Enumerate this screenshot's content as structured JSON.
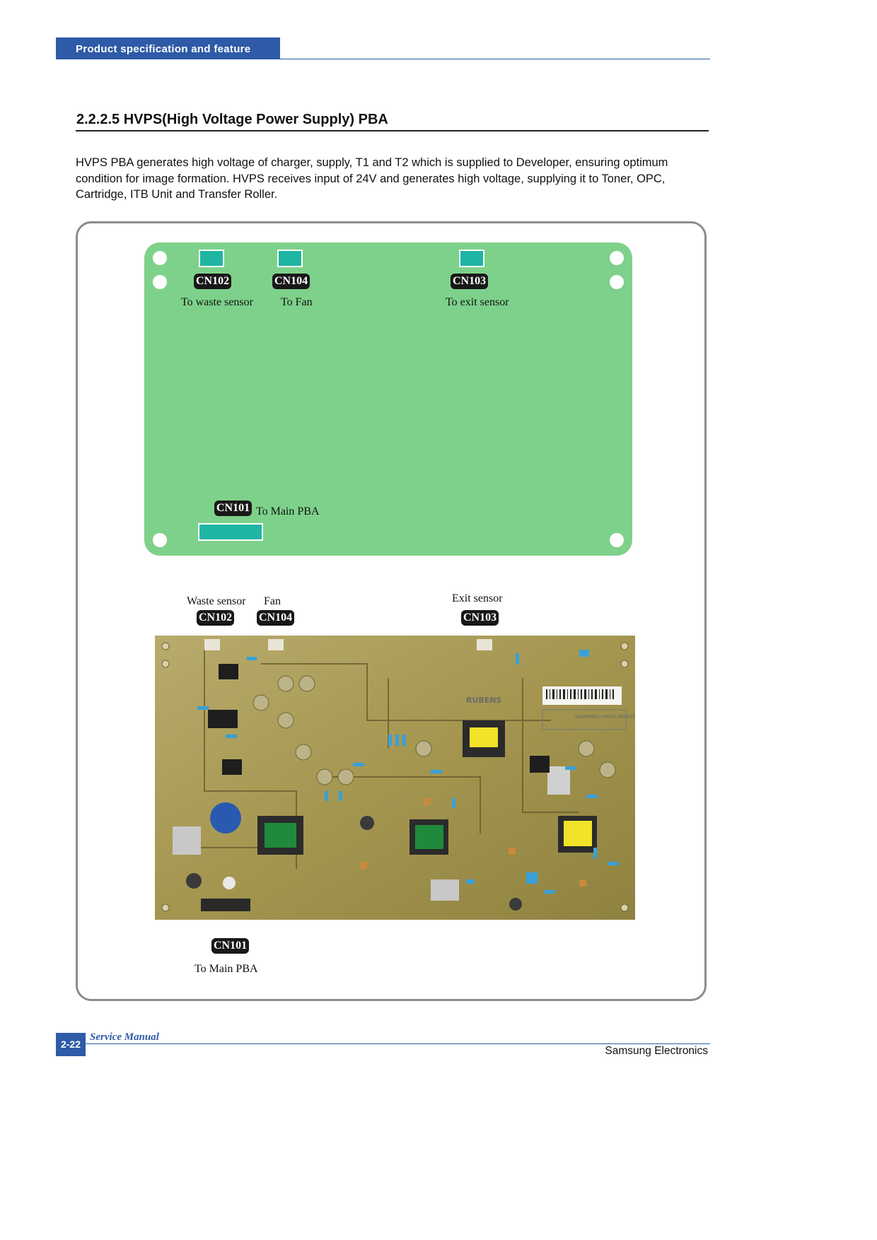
{
  "header": {
    "section_tab": "Product specification and feature"
  },
  "section": {
    "title": "2.2.2.5 HVPS(High Voltage Power Supply) PBA",
    "body": "HVPS PBA generates high voltage of charger, supply, T1 and T2 which is supplied to Developer, ensuring optimum condition for image formation. HVPS receives input of 24V and generates high voltage, supplying it to Toner, OPC, Cartridge, ITB Unit and Transfer Roller."
  },
  "diagram": {
    "cn102": {
      "tag": "CN102",
      "label": "To waste sensor"
    },
    "cn104": {
      "tag": "CN104",
      "label": "To Fan"
    },
    "cn103": {
      "tag": "CN103",
      "label": "To exit sensor"
    },
    "cn101": {
      "tag": "CN101",
      "label": "To Main PBA"
    }
  },
  "photo_labels": {
    "cn102": {
      "tag": "CN102",
      "label": "Waste sensor"
    },
    "cn104": {
      "tag": "CN104",
      "label": "Fan"
    },
    "cn103": {
      "tag": "CN103",
      "label": "Exit sensor"
    },
    "cn101": {
      "tag": "CN101",
      "label": "To Main PBA"
    }
  },
  "photo_markings": {
    "brand": "RUBENS",
    "warning": "WARNING! HIGH VOLTAGE"
  },
  "footer": {
    "page": "2-22",
    "manual": "Service Manual",
    "company": "Samsung Electronics"
  },
  "colors": {
    "accent": "#2e5aa7",
    "board": "#7ed18a",
    "connector": "#1fb5a3"
  }
}
